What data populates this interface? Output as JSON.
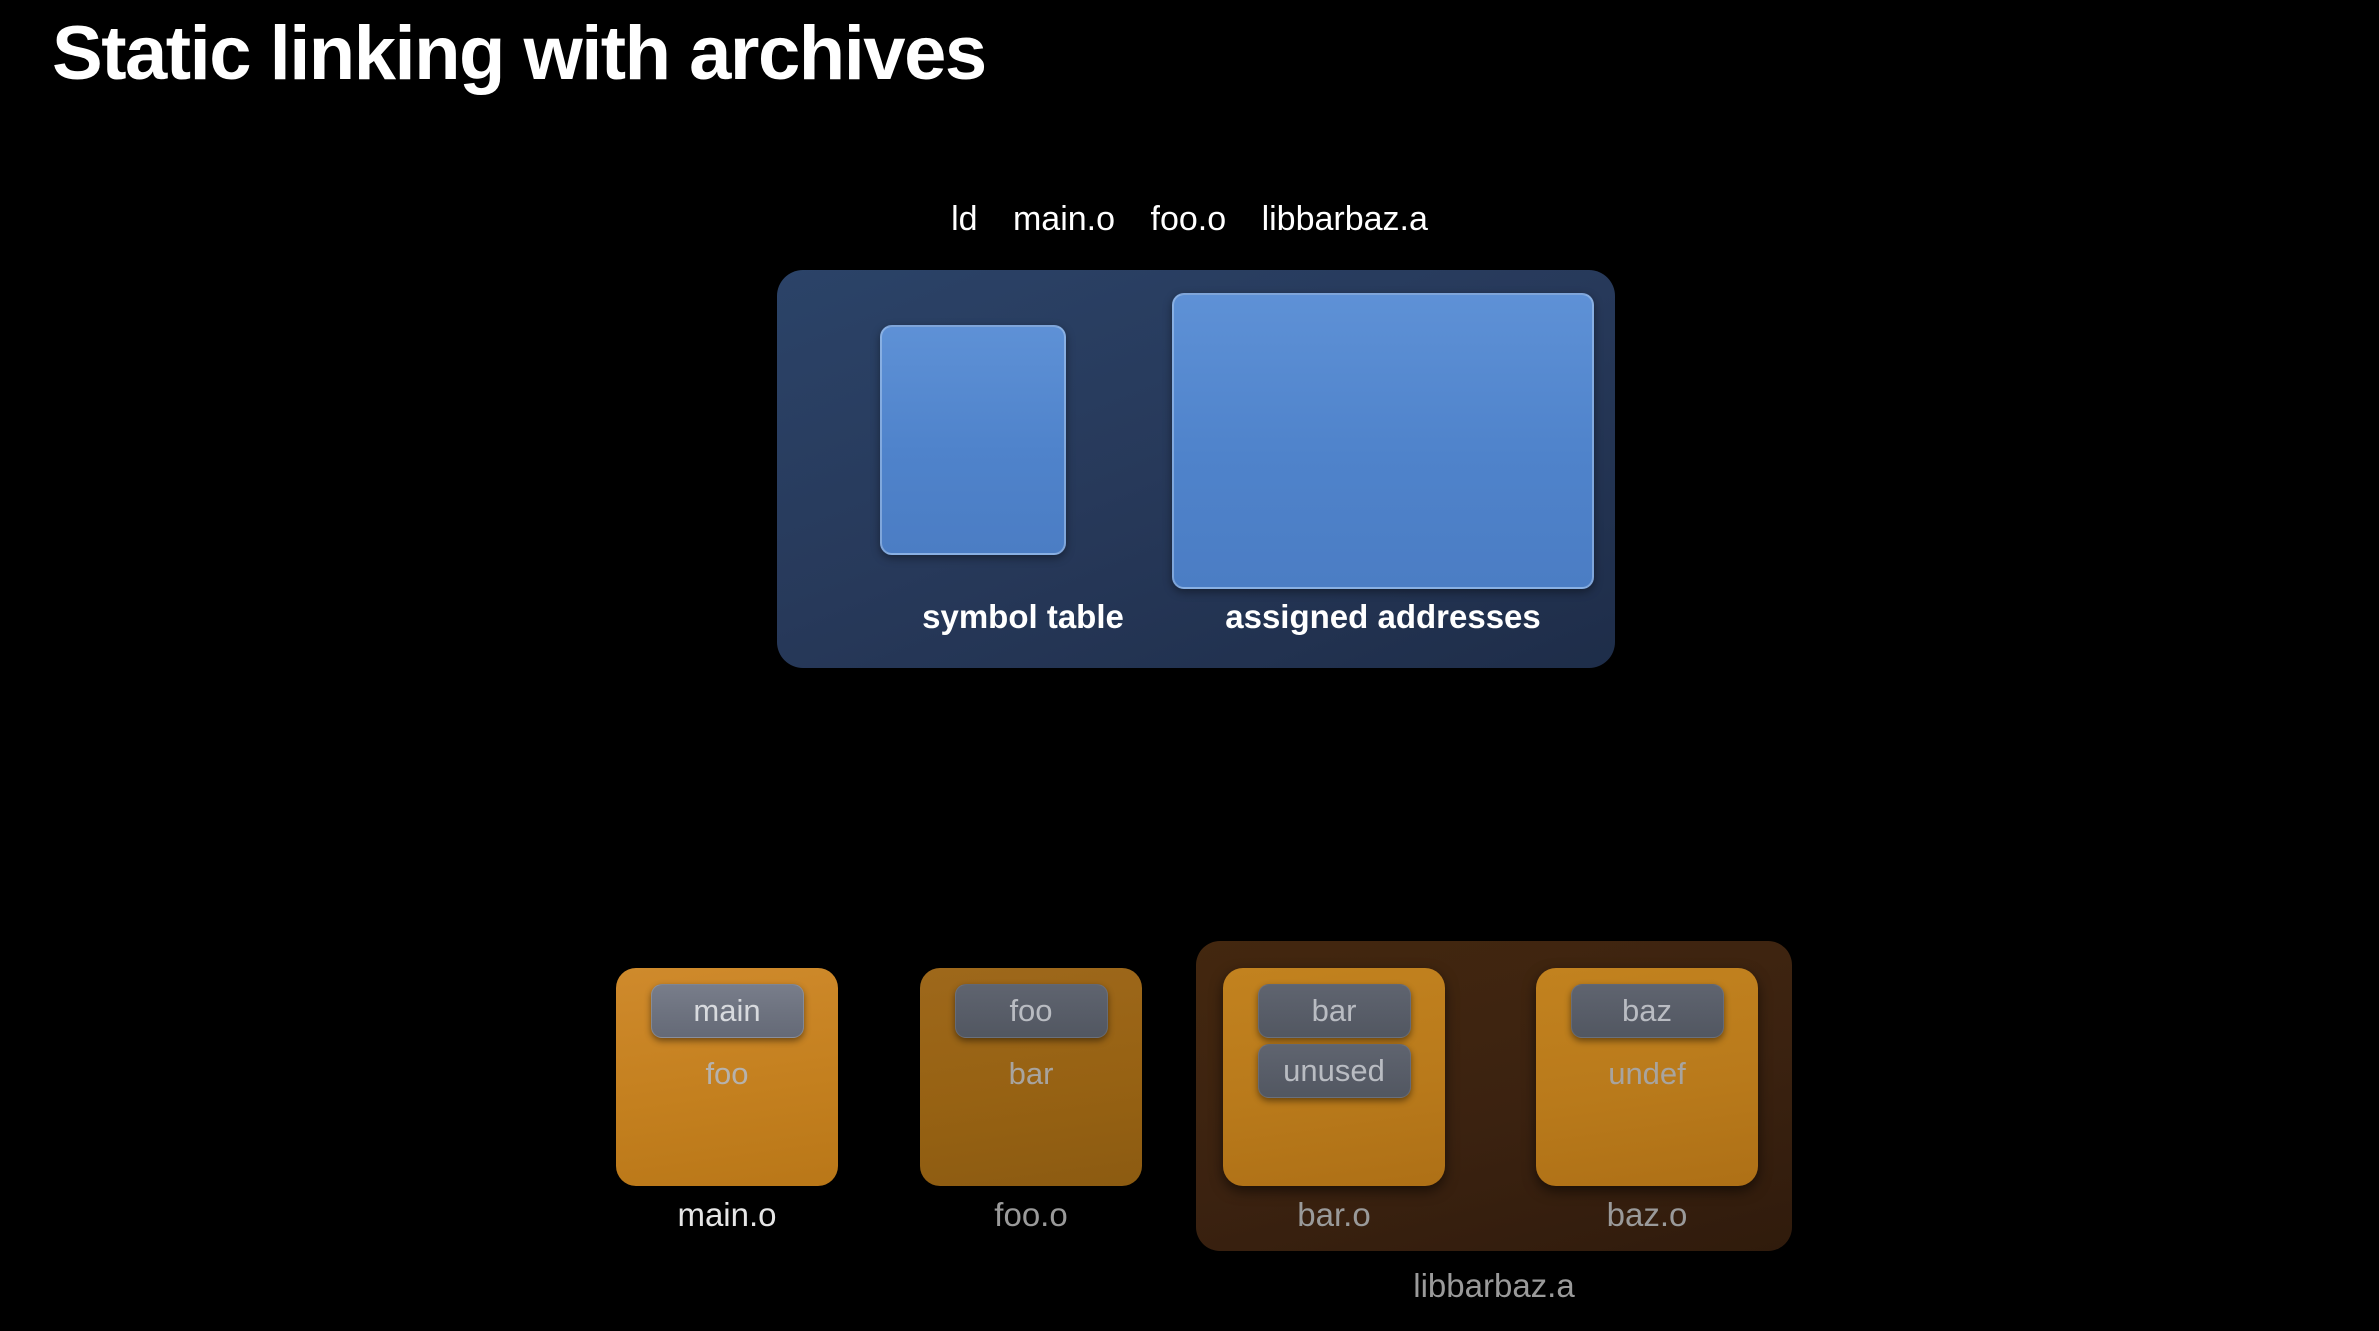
{
  "slide": {
    "title": "Static linking with archives",
    "background_color": "#000000"
  },
  "command": {
    "tokens": [
      "ld",
      "main.o",
      "foo.o",
      "libbarbaz.a"
    ],
    "full_text": "ld main.o foo.o libbarbaz.a"
  },
  "linker": {
    "panel_color": "#27395a",
    "slot_color": "#4f83cb",
    "slots": [
      {
        "id": "symbol-table",
        "label": "symbol table"
      },
      {
        "id": "assigned-addresses",
        "label": "assigned addresses"
      }
    ]
  },
  "objects": [
    {
      "id": "main-o",
      "name": "main.o",
      "state": "active",
      "fill_color": "#c4801f",
      "symbols": [
        {
          "text": "main",
          "style": "pill",
          "emphasis": "bright"
        },
        {
          "text": "foo",
          "style": "plain",
          "emphasis": "normal"
        }
      ]
    },
    {
      "id": "foo-o",
      "name": "foo.o",
      "state": "dim",
      "fill_color": "#976213",
      "symbols": [
        {
          "text": "foo",
          "style": "pill",
          "emphasis": "dim"
        },
        {
          "text": "bar",
          "style": "plain",
          "emphasis": "dim"
        }
      ]
    },
    {
      "id": "bar-o",
      "name": "bar.o",
      "state": "in-archive",
      "fill_color": "#b97a1b",
      "symbols": [
        {
          "text": "bar",
          "style": "pill",
          "emphasis": "dim"
        },
        {
          "text": "unused",
          "style": "pill",
          "emphasis": "dim"
        }
      ]
    },
    {
      "id": "baz-o",
      "name": "baz.o",
      "state": "in-archive",
      "fill_color": "#b97a1b",
      "symbols": [
        {
          "text": "baz",
          "style": "pill",
          "emphasis": "dim"
        },
        {
          "text": "undef",
          "style": "plain",
          "emphasis": "dim"
        }
      ]
    }
  ],
  "archive": {
    "name": "libbarbaz.a",
    "fill_color": "#3b2210",
    "members": [
      "bar.o",
      "baz.o"
    ]
  }
}
